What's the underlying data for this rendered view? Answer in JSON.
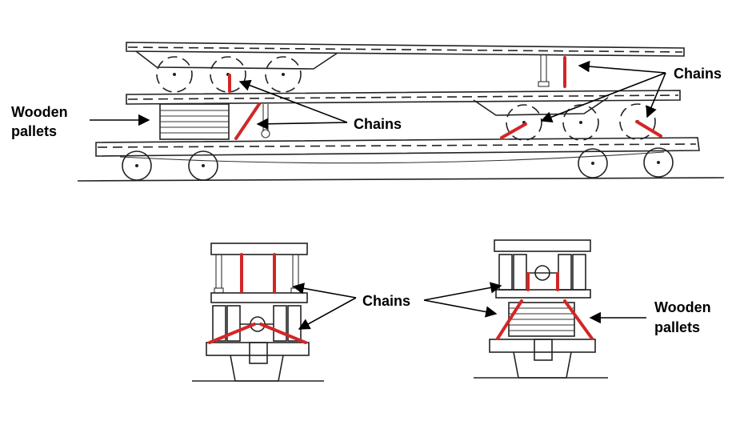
{
  "labels": {
    "wooden_pallets_left": [
      "Wooden",
      "pallets"
    ],
    "chains_top_right": "Chains",
    "chains_top_middle": "Chains",
    "chains_bottom": "Chains",
    "wooden_pallets_right": [
      "Wooden",
      "pallets"
    ]
  },
  "colors": {
    "chain": "#d32626",
    "line": "#222222",
    "background": "#ffffff"
  }
}
